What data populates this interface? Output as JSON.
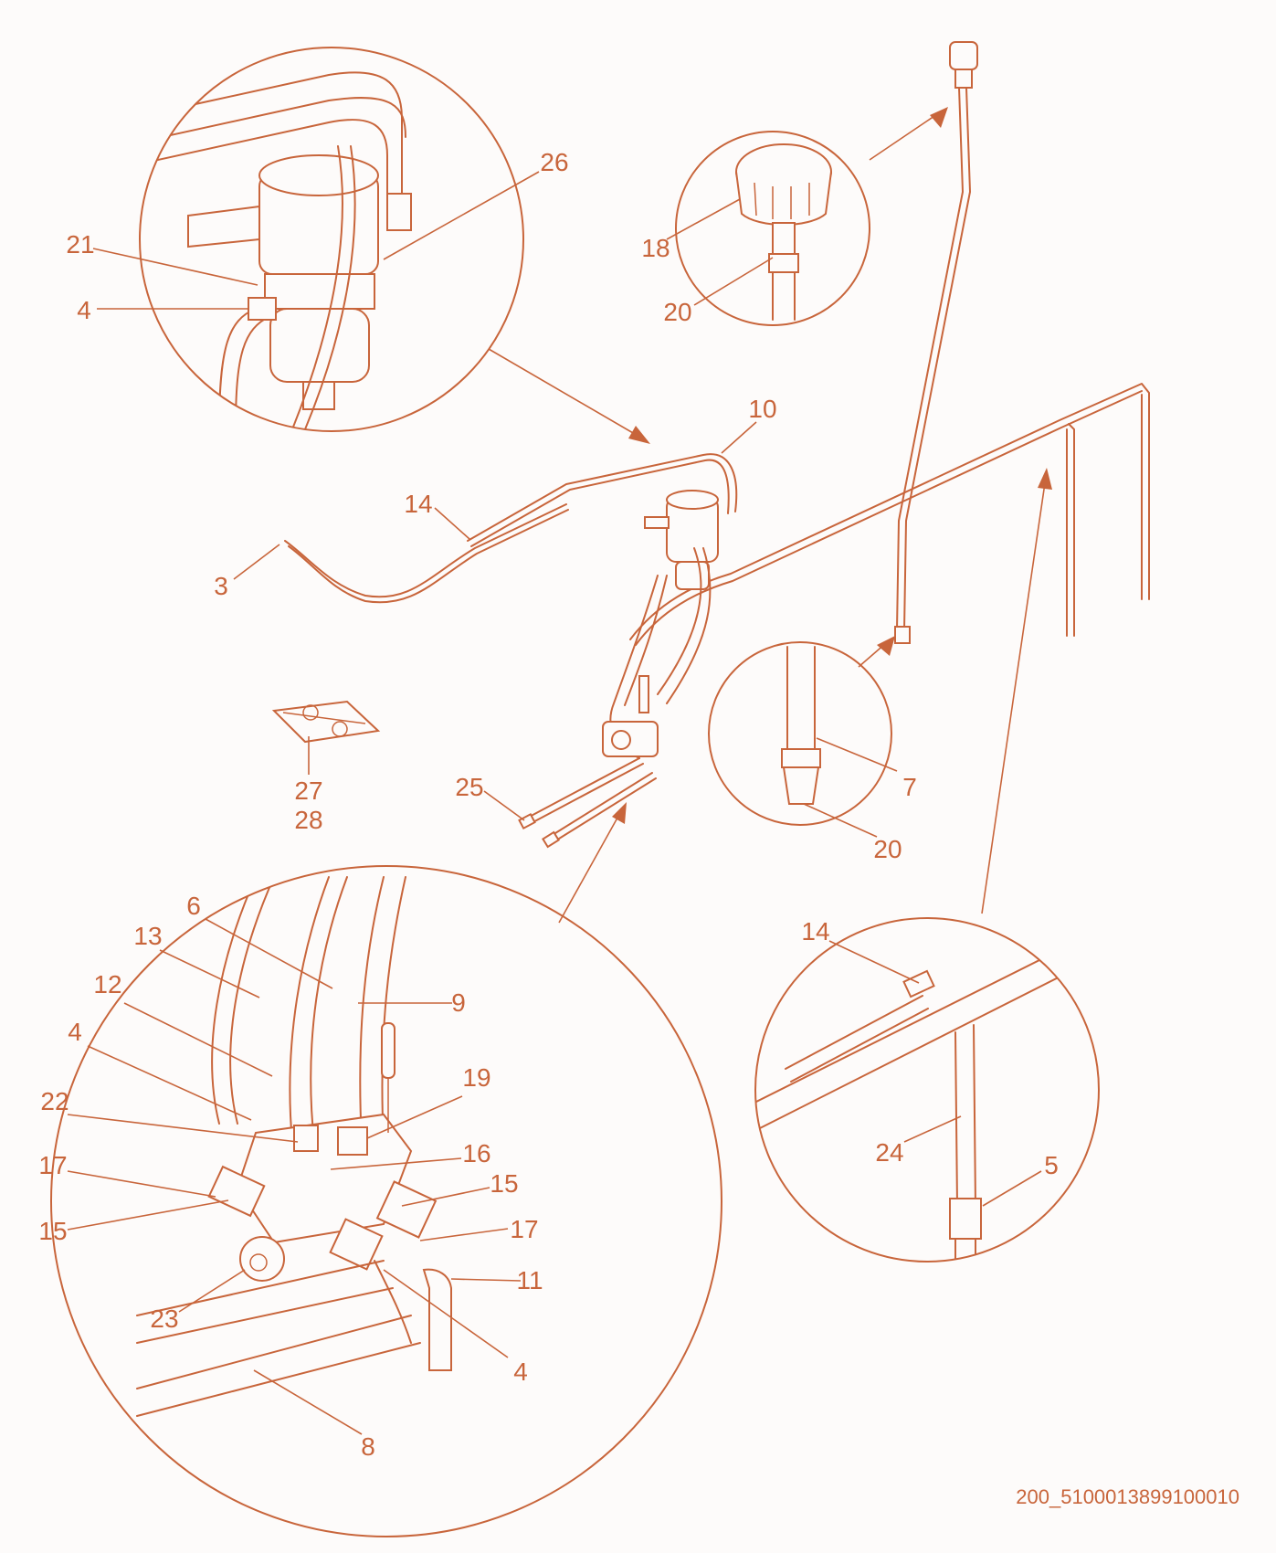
{
  "labels": {
    "l26": "26",
    "l21": "21",
    "l4a": "4",
    "l18": "18",
    "l20a": "20",
    "l10": "10",
    "l14a": "14",
    "l3": "3",
    "l27": "27",
    "l28": "28",
    "l25": "25",
    "l7": "7",
    "l20b": "20",
    "l6": "6",
    "l13": "13",
    "l9": "9",
    "l12": "12",
    "l4b": "4",
    "l19": "19",
    "l22": "22",
    "l16": "16",
    "l17a": "17",
    "l15a": "15",
    "l15b": "15",
    "l17b": "17",
    "l11": "11",
    "l23": "23",
    "l4c": "4",
    "l8": "8",
    "l14b": "14",
    "l24": "24",
    "l5": "5"
  },
  "document_id": "200_5100013899100010"
}
